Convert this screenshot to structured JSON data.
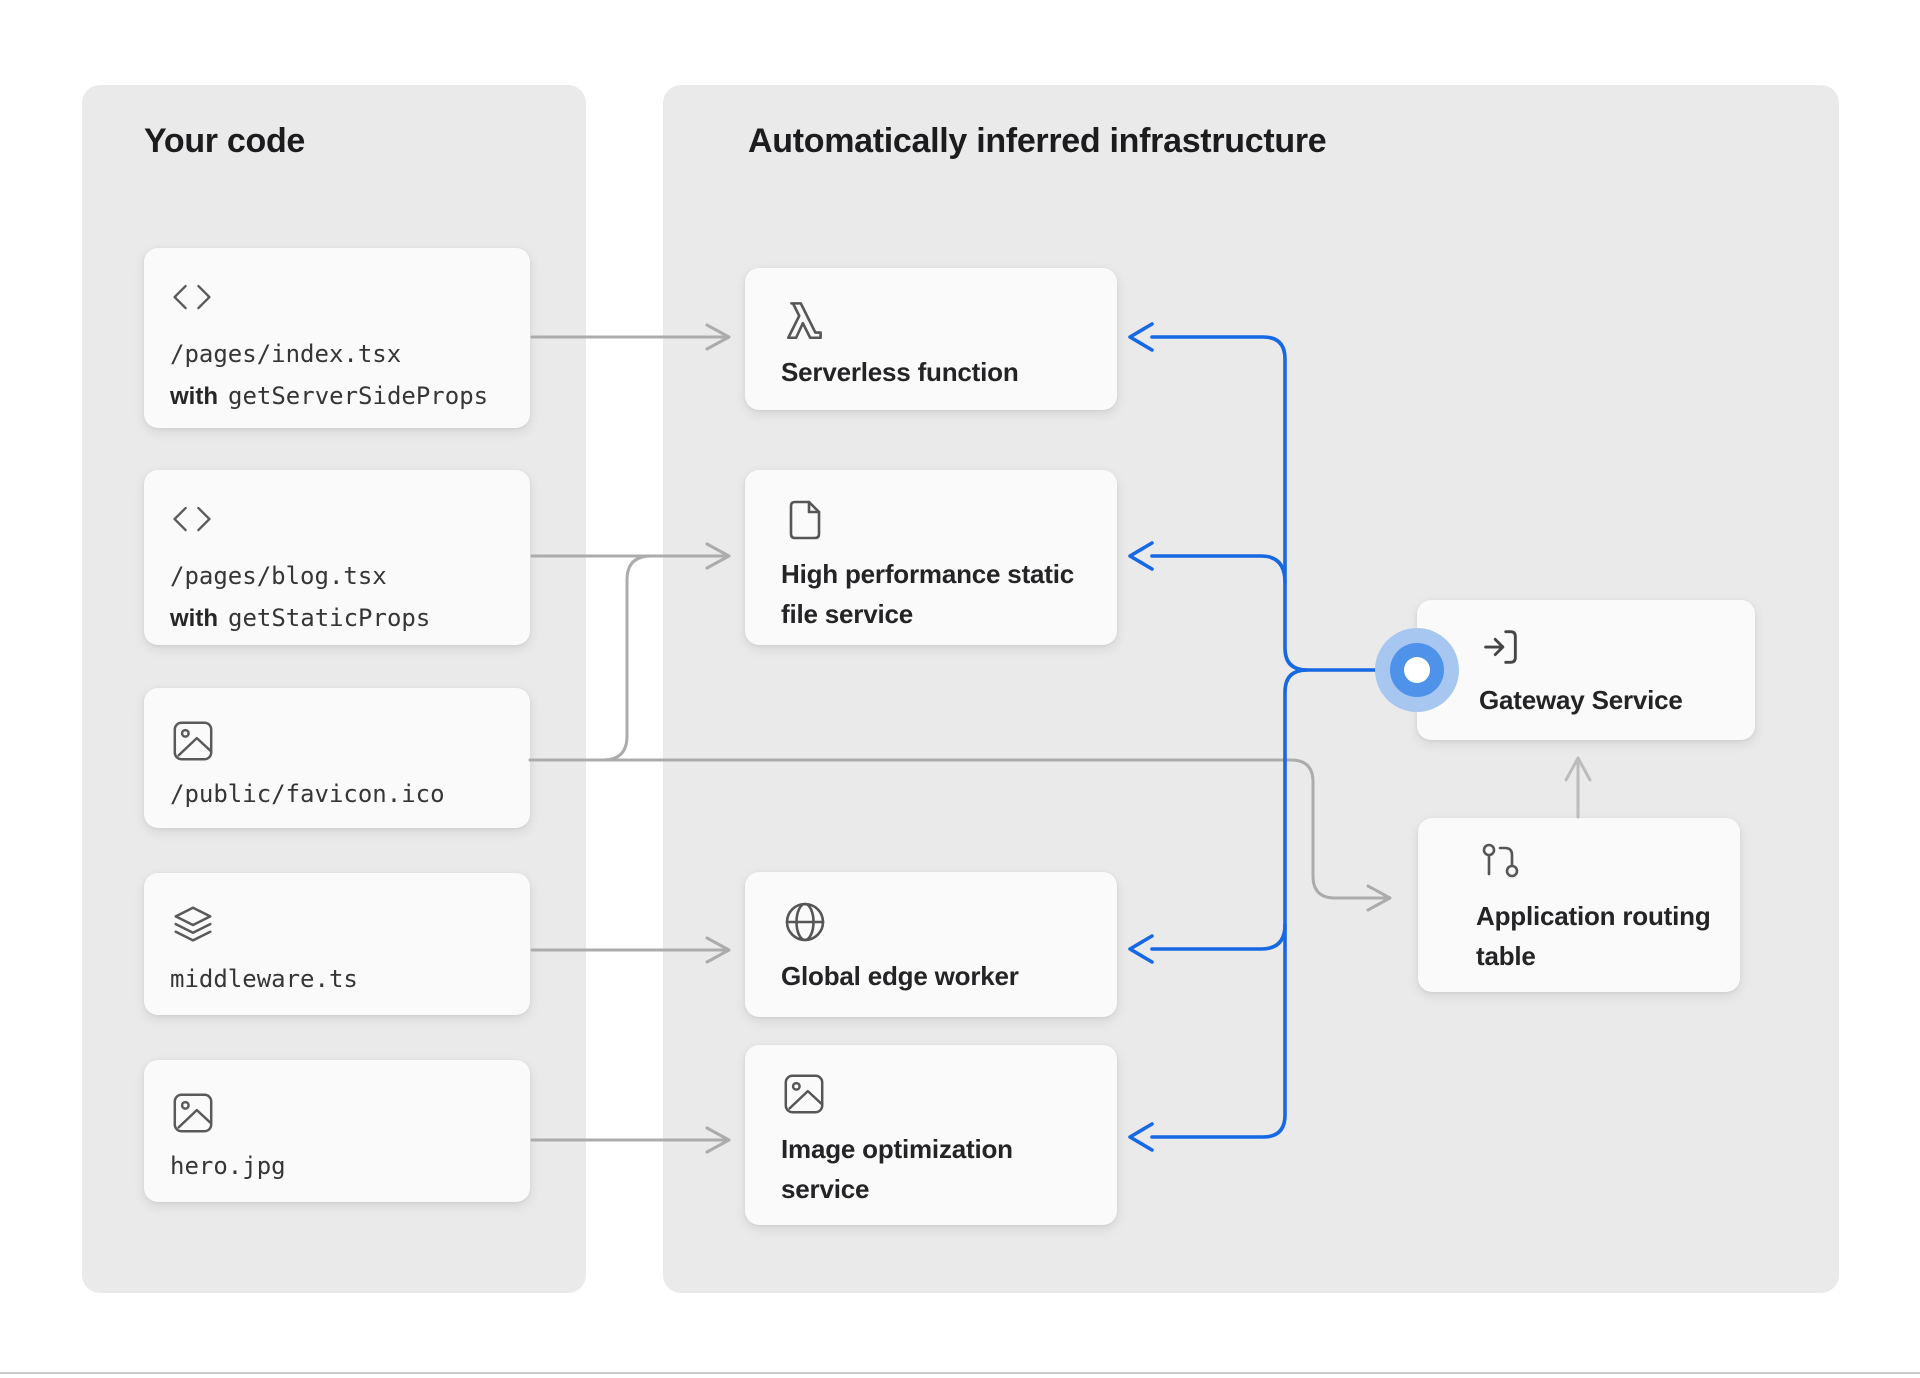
{
  "left_panel": {
    "title": "Your code",
    "background": "#eaeaea",
    "cards": [
      {
        "icon": "code-icon",
        "file": "/pages/index.tsx",
        "with_label": "with",
        "with_code": "getServerSideProps"
      },
      {
        "icon": "code-icon",
        "file": "/pages/blog.tsx",
        "with_label": "with",
        "with_code": "getStaticProps"
      },
      {
        "icon": "image-icon",
        "file": "/public/favicon.ico"
      },
      {
        "icon": "layers-icon",
        "file": "middleware.ts"
      },
      {
        "icon": "image-icon",
        "file": "hero.jpg"
      }
    ]
  },
  "right_panel": {
    "title": "Automatically inferred infrastructure",
    "background": "#eaeaea",
    "cards": [
      {
        "icon": "lambda-icon",
        "label": "Serverless function"
      },
      {
        "icon": "file-icon",
        "label": "High performance static file service"
      },
      {
        "icon": "globe-icon",
        "label": "Global edge worker"
      },
      {
        "icon": "image-icon",
        "label": "Image optimization service"
      }
    ],
    "gateway": {
      "icon": "login-icon",
      "label": "Gateway Service",
      "node_colors": {
        "outer": "#a7c7f0",
        "inner": "#4e92e9",
        "core": "#ffffff"
      }
    },
    "routing": {
      "icon": "route-icon",
      "label": "Application routing table"
    }
  },
  "connectors": {
    "gray": "#acacac",
    "gray_light": "#bcbcbc",
    "blue": "#1668e3"
  }
}
